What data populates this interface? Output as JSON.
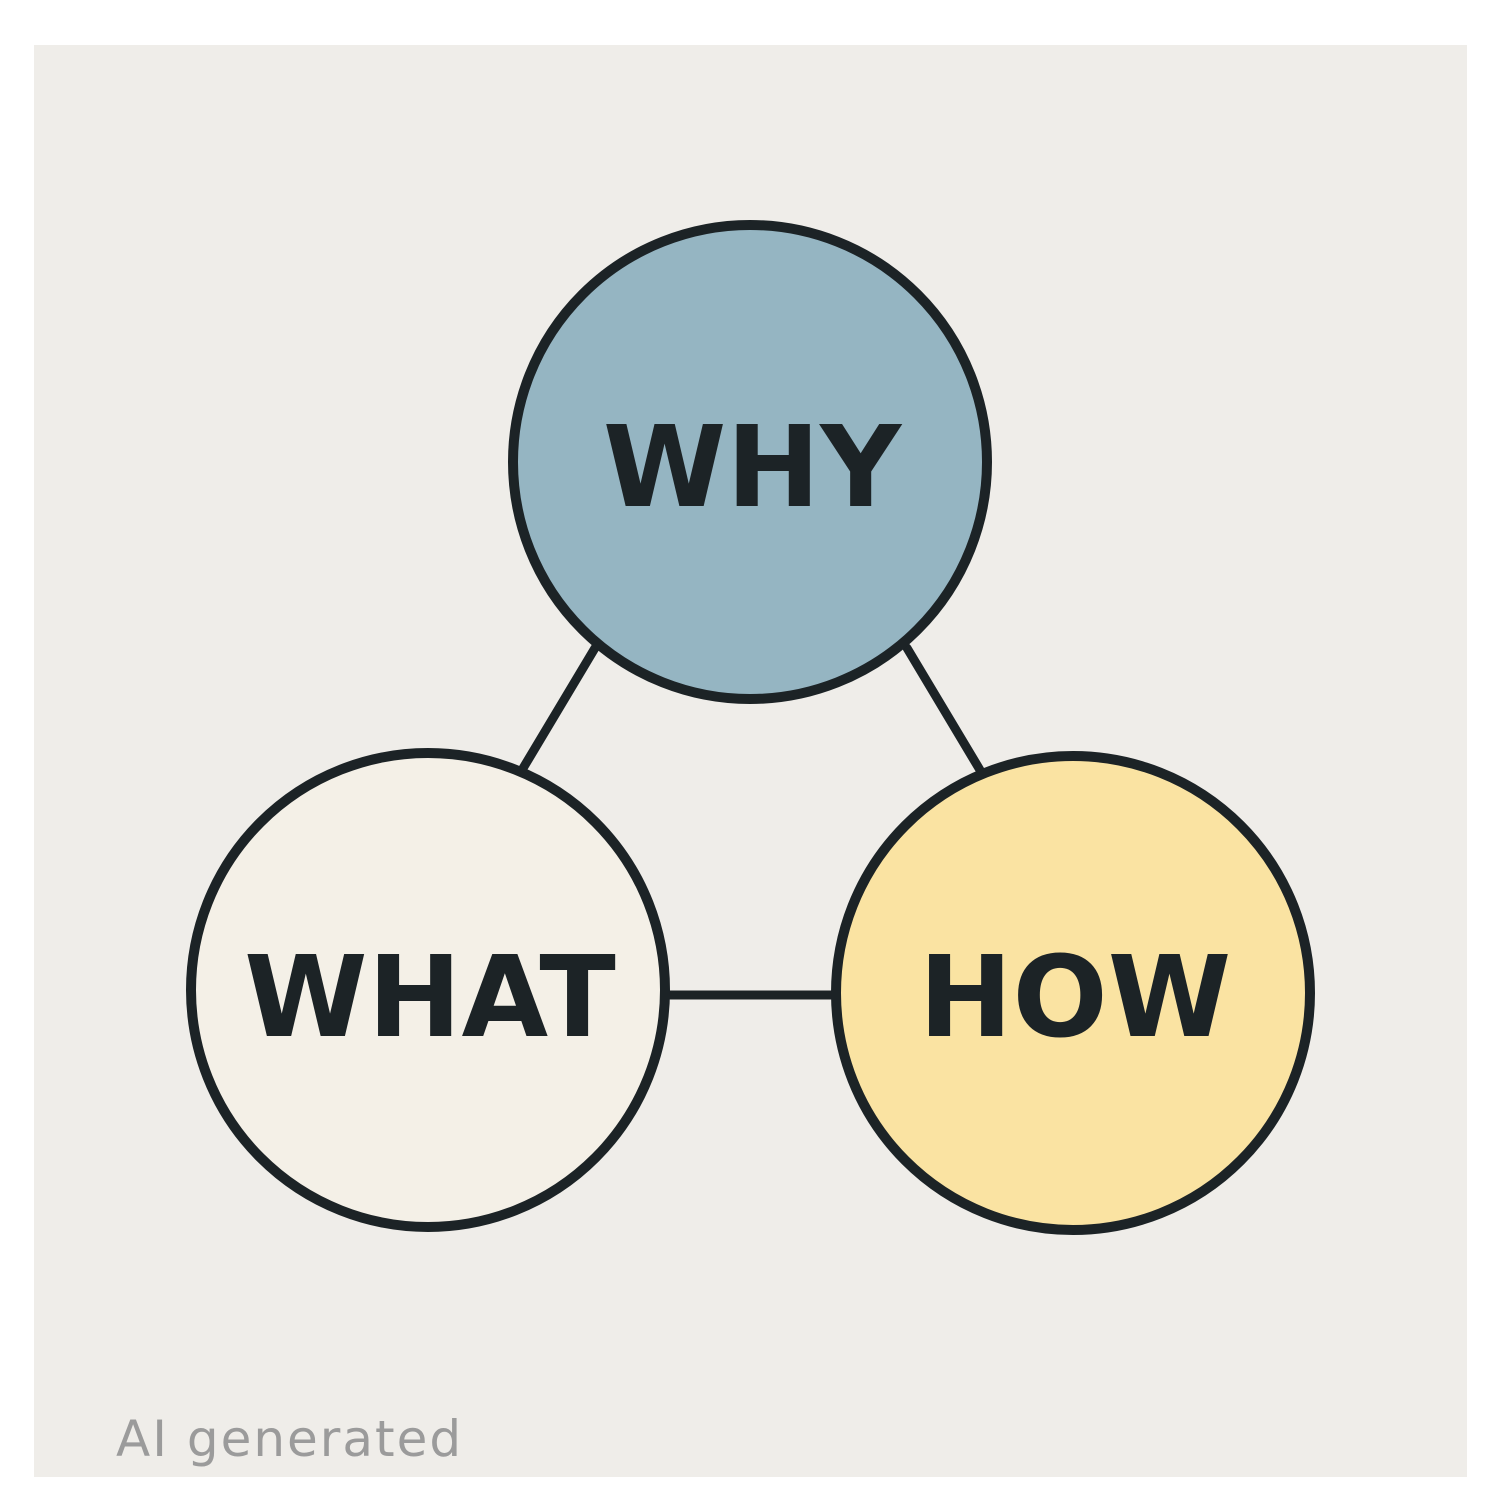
{
  "diagram": {
    "nodes": [
      {
        "id": "why",
        "label": "WHY",
        "fill": "#95b5c2"
      },
      {
        "id": "what",
        "label": "WHAT",
        "fill": "#f4f0e7"
      },
      {
        "id": "how",
        "label": "HOW",
        "fill": "#fae3a2"
      }
    ],
    "edges": [
      {
        "from": "why",
        "to": "what"
      },
      {
        "from": "why",
        "to": "how"
      },
      {
        "from": "what",
        "to": "how"
      }
    ],
    "stroke_color": "#1c2326",
    "background": "#efede9"
  },
  "watermark": "AI generated"
}
